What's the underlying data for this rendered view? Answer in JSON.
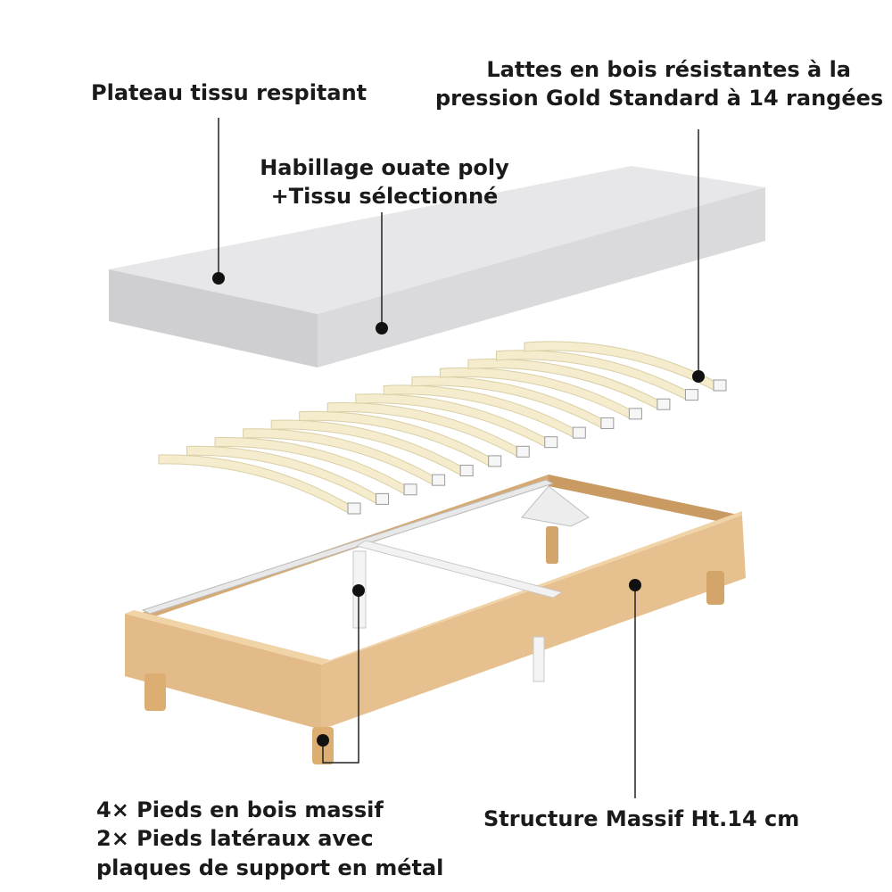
{
  "labels": {
    "plateau": "Plateau tissu respitant",
    "lattes_line1": "Lattes en bois résistantes à la",
    "lattes_line2": "pression Gold Standard à 14 rangées",
    "habillage_line1": "Habillage ouate poly",
    "habillage_line2": "+Tissu sélectionné",
    "pieds_line1": "4× Pieds en bois massif",
    "pieds_line2": "2× Pieds latéraux avec",
    "pieds_line3": "plaques de support en métal",
    "structure": "Structure Massif Ht.14 cm"
  },
  "components": {
    "slat_count": 14
  },
  "colors": {
    "text": "#1a1a1a",
    "mattress_top": "#e6e6e8",
    "mattress_side": "#cdcdd0",
    "slat": "#f4eccc",
    "wood": "#e2b985",
    "wood_dark": "#c99a62",
    "metal": "#f2f2f2",
    "leader": "#222222"
  }
}
